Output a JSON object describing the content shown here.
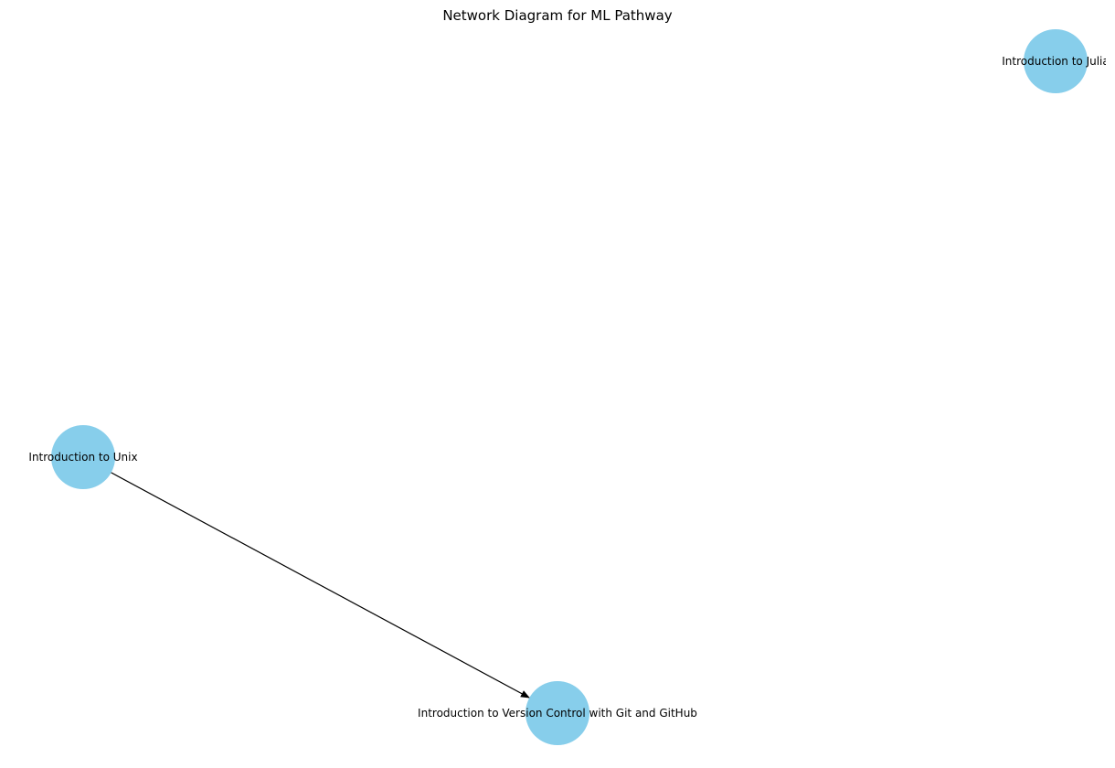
{
  "diagram": {
    "title": "Network Diagram for ML Pathway",
    "node_color": "#87CEEB",
    "edge_color": "#000000",
    "nodes": [
      {
        "id": "julia",
        "label": "Introduction to Julia"
      },
      {
        "id": "unix",
        "label": "Introduction to Unix"
      },
      {
        "id": "git",
        "label": "Introduction to Version Control with Git and GitHub"
      }
    ],
    "edges": [
      {
        "source": "unix",
        "target": "git"
      }
    ]
  }
}
